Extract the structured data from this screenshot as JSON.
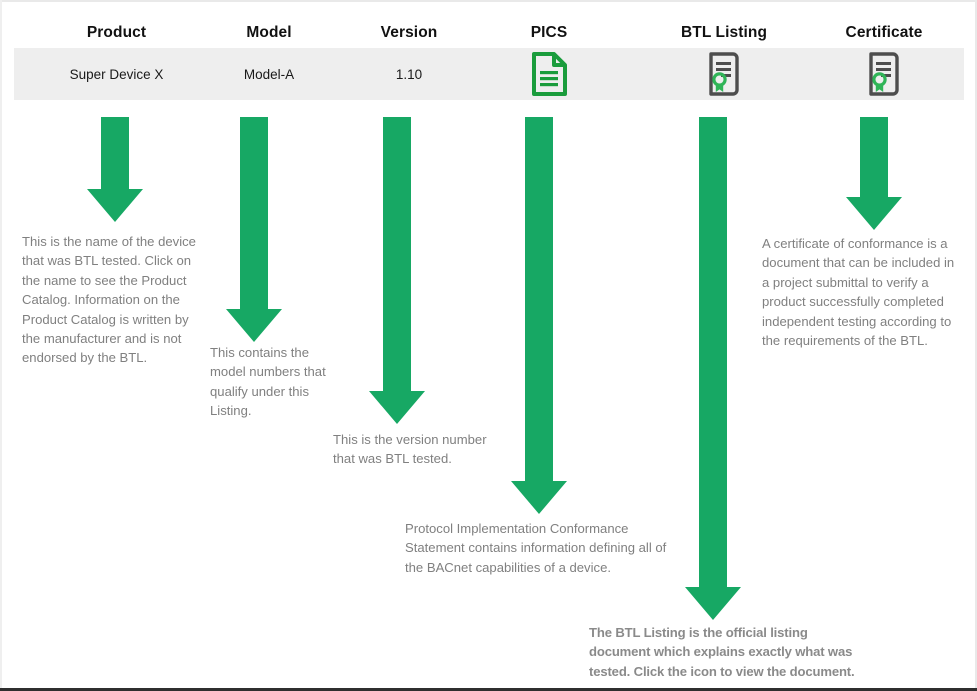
{
  "table": {
    "columns": [
      {
        "key": "product",
        "header": "Product",
        "type": "text",
        "value": "Super Device X"
      },
      {
        "key": "model",
        "header": "Model",
        "type": "text",
        "value": "Model-A"
      },
      {
        "key": "version",
        "header": "Version",
        "type": "text",
        "value": "1.10"
      },
      {
        "key": "pics",
        "header": "PICS",
        "type": "icon",
        "icon": "document-icon",
        "value": ""
      },
      {
        "key": "btl",
        "header": "BTL Listing",
        "type": "icon",
        "icon": "certificate-icon",
        "value": ""
      },
      {
        "key": "cert",
        "header": "Certificate",
        "type": "icon",
        "icon": "certificate-icon",
        "value": ""
      }
    ],
    "row_background": "#eeeeee"
  },
  "annotations": [
    {
      "key": "product",
      "text": "This is the name of the device that was BTL tested. Click on the name to see the Product Catalog. Information on the Product Catalog is written by the manufacturer and is not endorsed by the BTL.",
      "bold": false
    },
    {
      "key": "model",
      "text": "This contains the model numbers that qualify under this Listing.",
      "bold": false
    },
    {
      "key": "version",
      "text": "This is the version number that was BTL tested.",
      "bold": false
    },
    {
      "key": "pics",
      "text": "Protocol Implementation Conformance Statement contains information defining all of the BACnet capabilities of a device.",
      "bold": false
    },
    {
      "key": "btl",
      "text": "The BTL Listing is the official listing document which explains exactly what was tested. Click the icon to view the document.",
      "bold": true
    },
    {
      "key": "cert",
      "text": "A certificate of conformance is a document that can be included in a project submittal to verify a product successfully completed independent testing according to the requirements of the BTL.",
      "bold": false
    }
  ],
  "arrows": [
    {
      "key": "product",
      "label": "arrow-down-product"
    },
    {
      "key": "model",
      "label": "arrow-down-model"
    },
    {
      "key": "version",
      "label": "arrow-down-version"
    },
    {
      "key": "pics",
      "label": "arrow-down-pics"
    },
    {
      "key": "btl",
      "label": "arrow-down-btl-listing"
    },
    {
      "key": "cert",
      "label": "arrow-down-certificate"
    }
  ],
  "colors": {
    "arrow_green": "#17a864",
    "icon_green": "#1a9c3c",
    "icon_gray": "#4d4d4d",
    "seal_green": "#2fb457",
    "row_gray": "#eeeeee",
    "note_text": "#808080",
    "header_text": "#111111"
  }
}
